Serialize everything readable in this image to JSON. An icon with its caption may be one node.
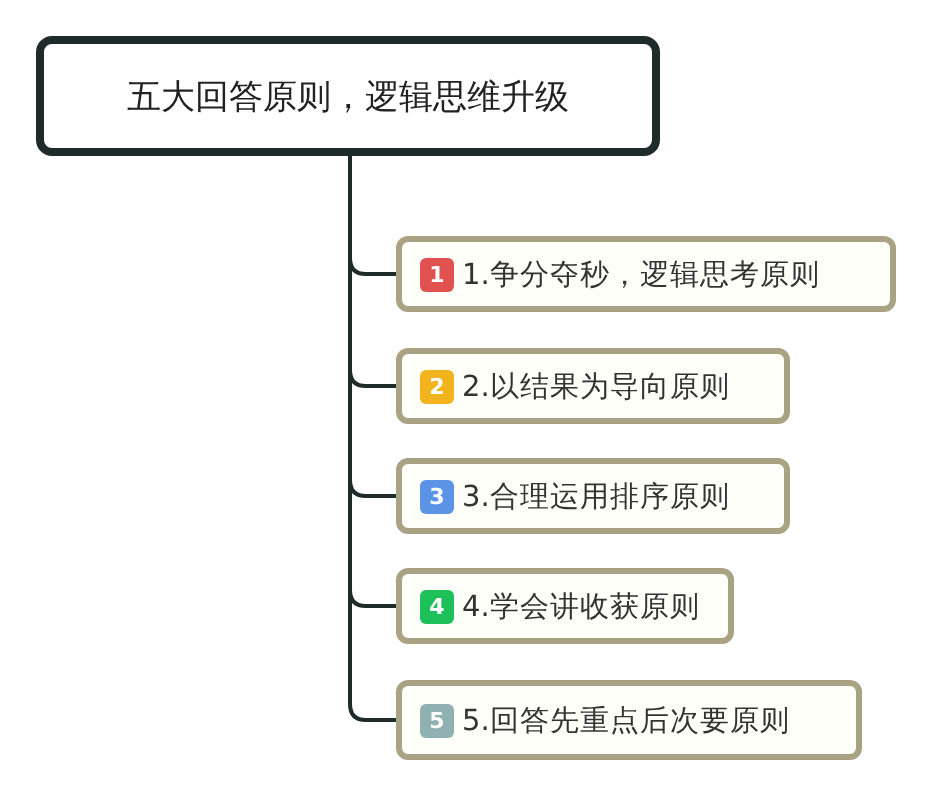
{
  "diagram": {
    "nodes": [
      {
        "text": [
          "五大回答原则，逻辑思维升级"
        ]
      },
      {
        "text": [
          "1",
          "1.争分夺秒，逻辑思考原则"
        ]
      },
      {
        "text": [
          "2",
          "2.以结果为导向原则"
        ]
      },
      {
        "text": [
          "3",
          "3.合理运用排序原则"
        ]
      },
      {
        "text": [
          "4",
          "4.学会讲收获原则"
        ]
      },
      {
        "text": [
          "5",
          "5.回答先重点后次要原则"
        ]
      }
    ],
    "edges": [
      {
        "from": 0,
        "to": 1,
        "arrow": "none"
      },
      {
        "from": 0,
        "to": 2,
        "arrow": "none"
      },
      {
        "from": 0,
        "to": 3,
        "arrow": "none"
      },
      {
        "from": 0,
        "to": 4,
        "arrow": "none"
      },
      {
        "from": 0,
        "to": 5,
        "arrow": "none"
      }
    ]
  }
}
